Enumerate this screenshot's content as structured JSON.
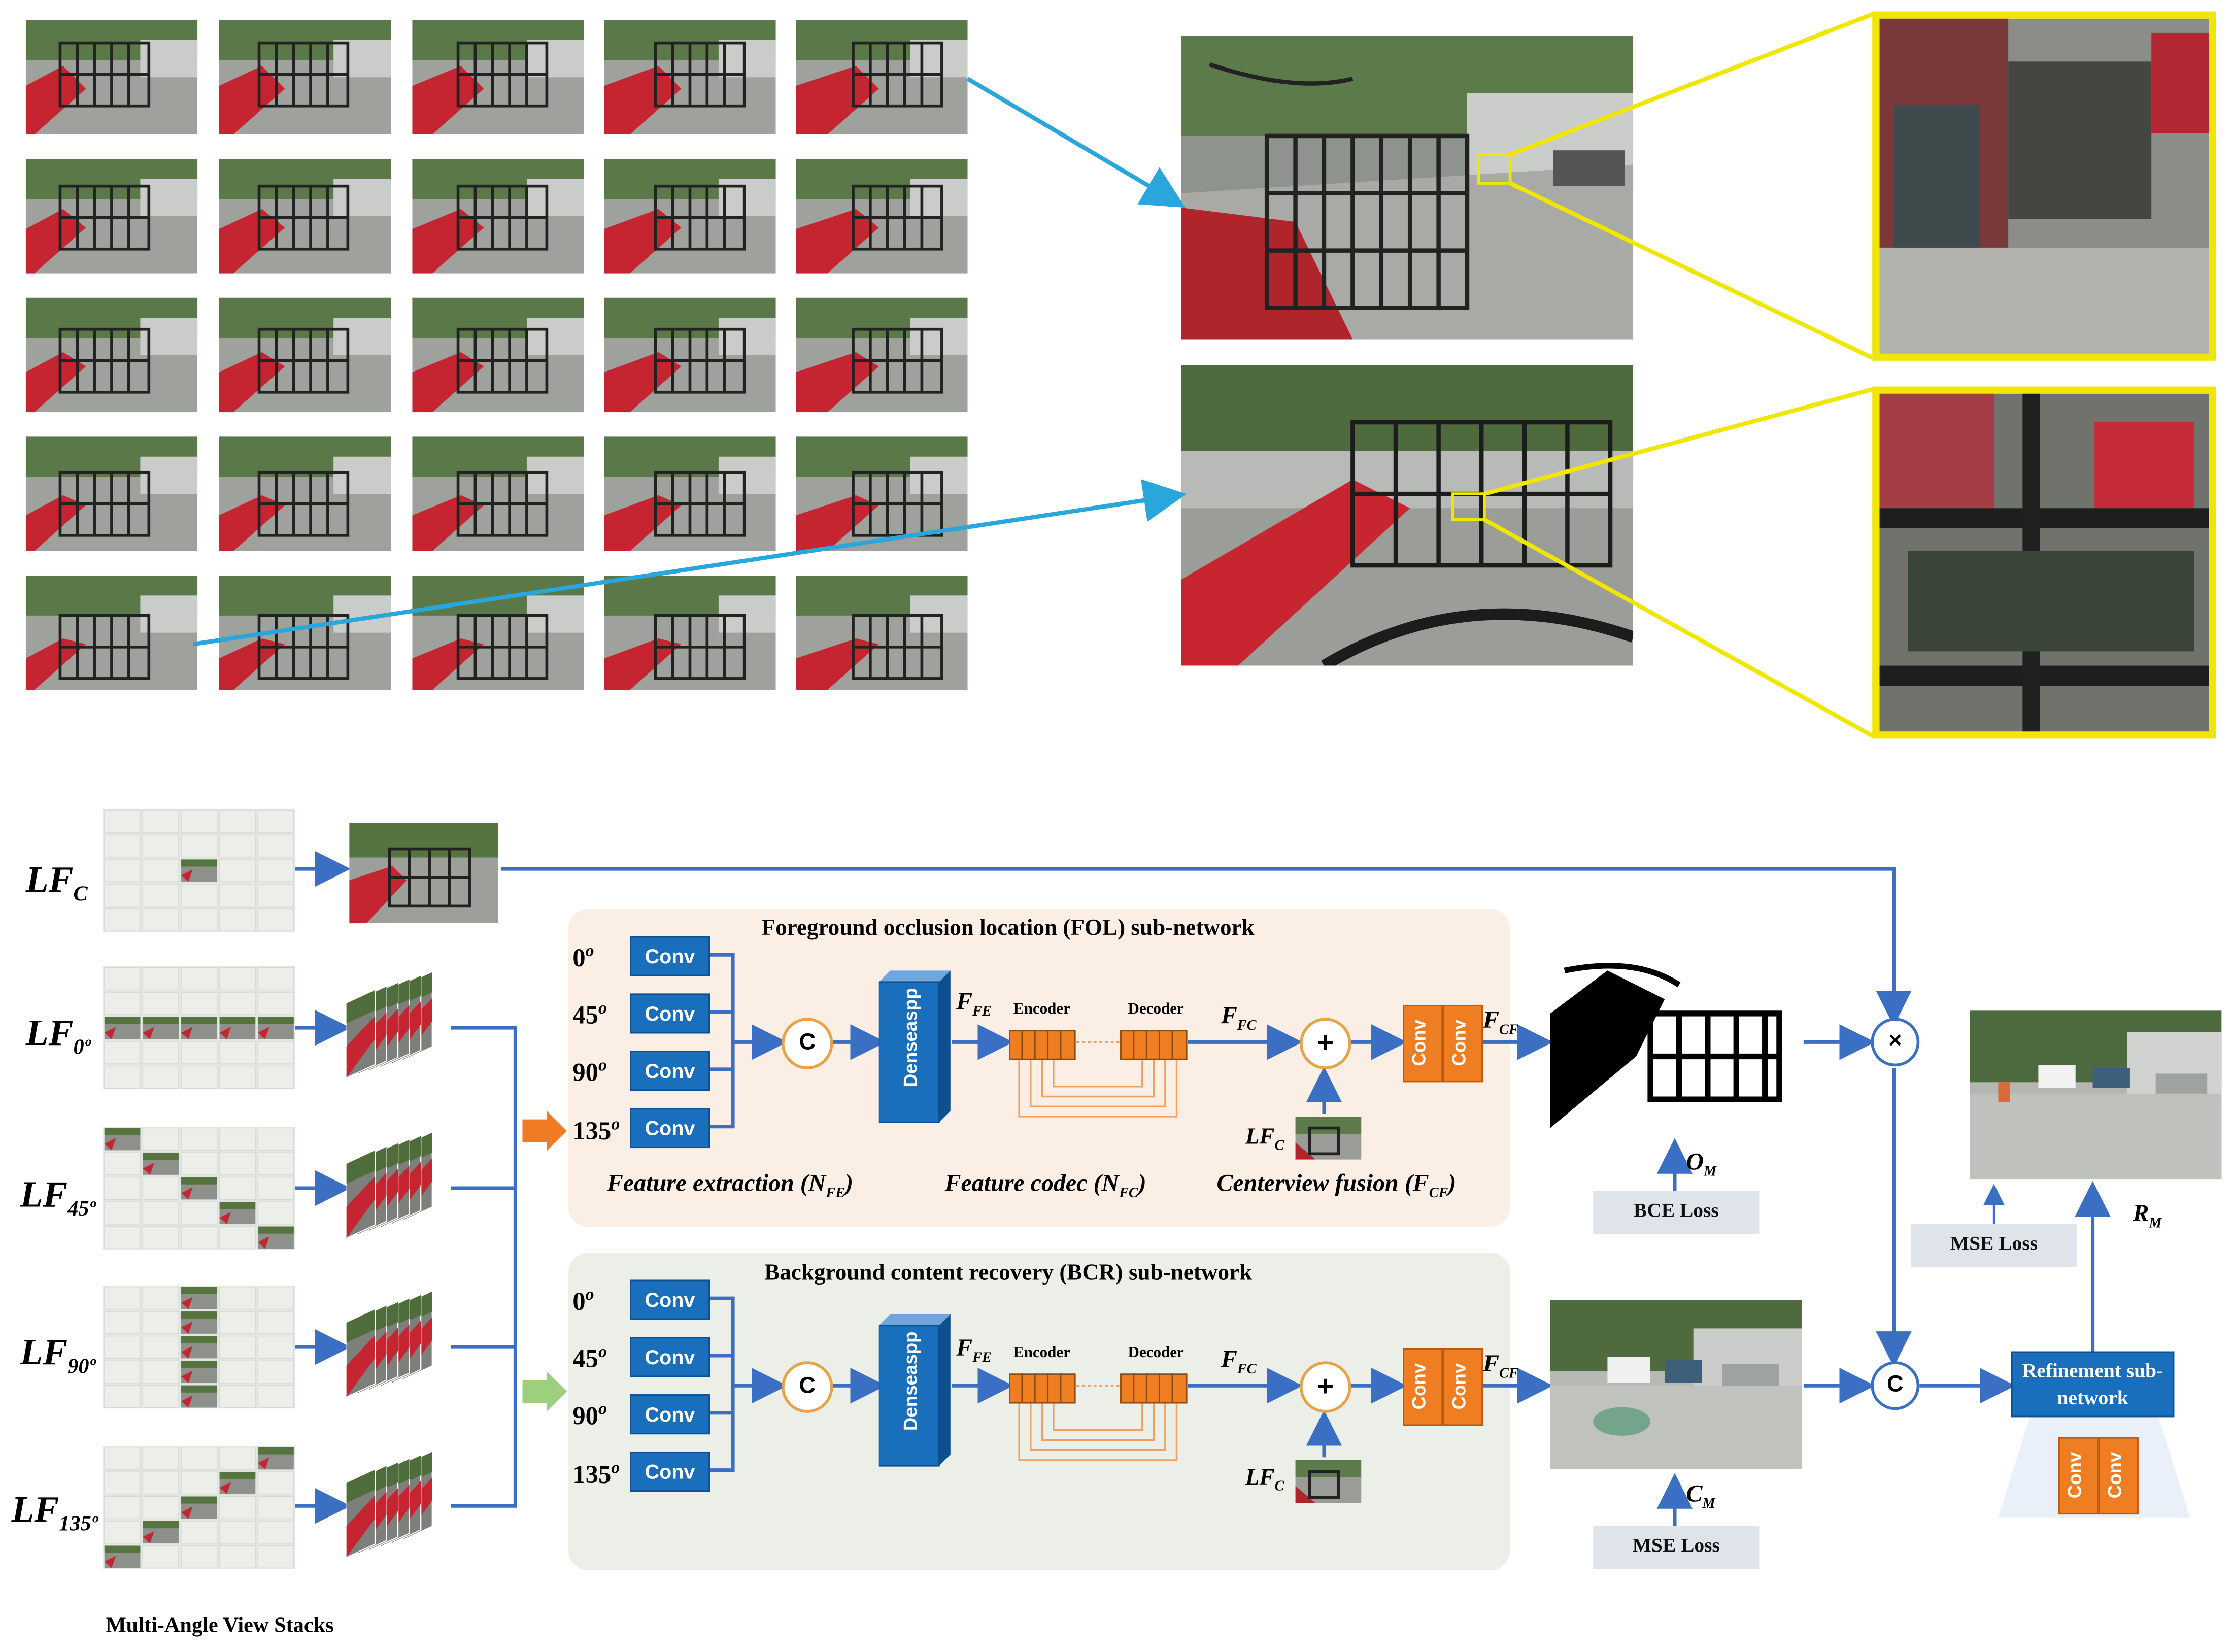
{
  "conv_label": "Conv",
  "concat_symbol": "C",
  "add_symbol": "+",
  "multiply_symbol": "×",
  "densenet_label": "Denseaspp",
  "encoder_label": "Encoder",
  "decoder_label": "Decoder",
  "angles": [
    "0",
    "45",
    "90",
    "135"
  ],
  "angle_sup": "o",
  "fol_title": "Foreground occlusion location (FOL) sub-network",
  "bcr_title": "Background content recovery (BCR) sub-network",
  "caption_feature": "Feature   extraction  (N",
  "caption_feature_sub": "FE",
  "caption_codec": "Feature   codec  (N",
  "caption_codec_sub": "FC",
  "caption_fusion": "Centerview    fusion  (F",
  "caption_fusion_sub": "CF",
  "feat_labels": {
    "ffe": "F",
    "ffe_sub": "FE",
    "ffc": "F",
    "ffc_sub": "FC",
    "fcf": "F",
    "fcf_sub": "CF"
  },
  "lf_labels": [
    {
      "base": "LF",
      "sub": "C"
    },
    {
      "base": "LF",
      "sub": "0º"
    },
    {
      "base": "LF",
      "sub": "45º"
    },
    {
      "base": "LF",
      "sub": "90º"
    },
    {
      "base": "LF",
      "sub": "135º"
    }
  ],
  "lfc_small": {
    "base": "LF",
    "sub": "C"
  },
  "om_label": {
    "base": "O",
    "sub": "M"
  },
  "cm_label": {
    "base": "C",
    "sub": "M"
  },
  "rm_label": {
    "base": "R",
    "sub": "M"
  },
  "bce_loss": "BCE Loss",
  "mse_loss": "MSE Loss",
  "refinement_label": "Refinement sub-network",
  "stack_caption": "Multi-Angle View Stacks",
  "colors": {
    "conv_blue": "#1a6fbd",
    "fol_panel": "#fbeee4",
    "bcr_panel": "#ecefe8",
    "arrow_blue": "#3a6fc4",
    "zoom_yellow": "#f0e600",
    "orange": "#ef7d22"
  }
}
